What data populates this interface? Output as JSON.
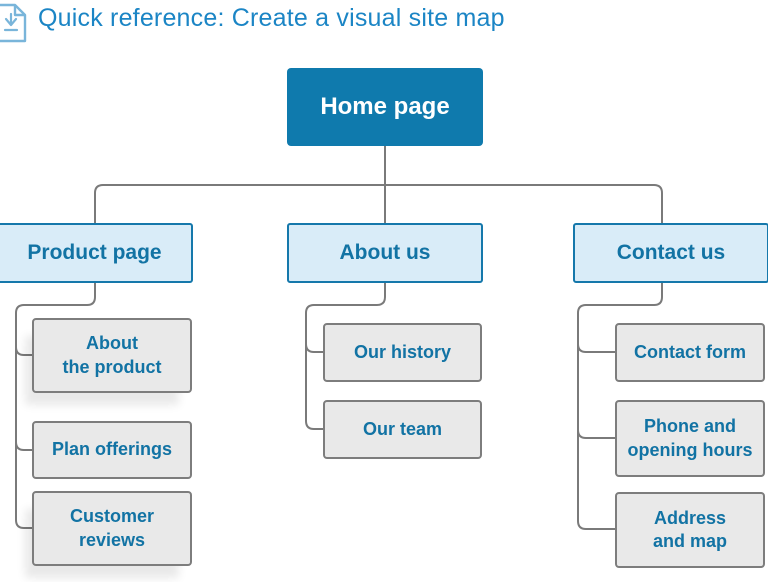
{
  "header": {
    "title": "Quick reference: Create a visual site map",
    "icon": "document-download-icon"
  },
  "sitemap": {
    "root": {
      "label": "Home page"
    },
    "branches": [
      {
        "label": "Product page",
        "children": [
          "About\nthe product",
          "Plan offerings",
          "Customer\nreviews"
        ]
      },
      {
        "label": "About us",
        "children": [
          "Our history",
          "Our team"
        ]
      },
      {
        "label": "Contact us",
        "children": [
          "Contact form",
          "Phone and\nopening hours",
          "Address\nand map"
        ]
      }
    ]
  },
  "colors": {
    "header-text": "#1b85c5",
    "root-fill": "#0f7aad",
    "root-text": "#ffffff",
    "l2-fill": "#d9ecf8",
    "l2-border": "#1578ab",
    "leaf-fill": "#e9e9e9",
    "leaf-border": "#7d7d7d",
    "node-text": "#1273a4",
    "line": "#7a7a7a",
    "icon": "#79b5da"
  }
}
